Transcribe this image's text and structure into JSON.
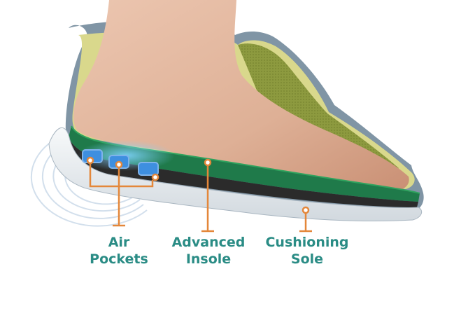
{
  "labels": {
    "air_pockets": {
      "line1": "Air",
      "line2": "Pockets"
    },
    "advanced_insole": {
      "line1": "Advanced",
      "line2": "Insole"
    },
    "cushioning_sole": {
      "line1": "Cushioning",
      "line2": "Sole"
    }
  },
  "colors": {
    "label_text": "#2a8c85",
    "callout": "#e4873a",
    "skin": "#e0b59d",
    "shoe_outline": "#7f93a3",
    "lining_yellow": "#d8d78a",
    "fabric_green": "#8a963b",
    "insole_green": "#1f7a4a",
    "sole_white": "#eef1f3",
    "air_blue": "#3e8fe0",
    "shock_rings": "#c9d8e8"
  }
}
